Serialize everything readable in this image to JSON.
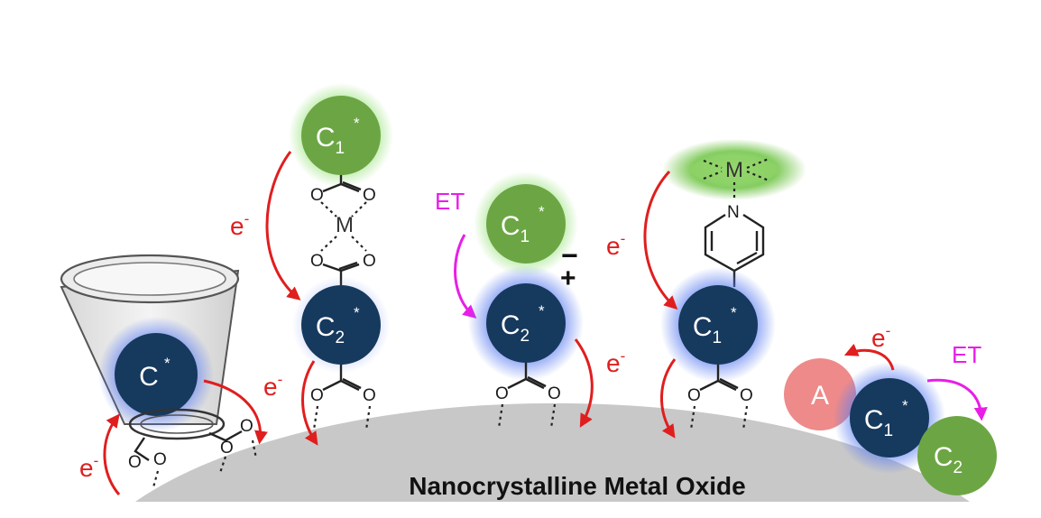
{
  "substrate": {
    "label": "Nanocrystalline Metal Oxide"
  },
  "electron_label": "e",
  "electron_sup": "-",
  "star": "*",
  "colors": {
    "dye_dark_blue": "#16395e",
    "dye_green": "#6ca644",
    "acceptor_pink": "#ee8a8a",
    "electron_arrow_red": "#e01e1e",
    "energy_transfer_magenta": "#e81ee8",
    "substrate_gray": "#c8c8c8"
  },
  "panel1": {
    "dye": "C",
    "dye_star": "*",
    "host_icon": "cyclodextrin-cup-icon"
  },
  "panel2": {
    "top_dye": "C",
    "top_sub": "1",
    "top_star": "*",
    "bottom_dye": "C",
    "bottom_sub": "2",
    "bottom_star": "*",
    "metal": "M",
    "oxygen": "O"
  },
  "panel3": {
    "et_label": "ET",
    "top_dye": "C",
    "top_sub": "1",
    "top_star": "*",
    "bottom_dye": "C",
    "bottom_sub": "2",
    "bottom_star": "*",
    "minus": "−",
    "plus": "+",
    "oxygen": "O"
  },
  "panel4": {
    "metal": "M",
    "nitrogen": "N",
    "dye": "C",
    "dye_sub": "1",
    "dye_star": "*",
    "oxygen": "O"
  },
  "panel5": {
    "acceptor": "A",
    "center_dye": "C",
    "center_sub": "1",
    "center_star": "*",
    "partner_dye": "C",
    "partner_sub": "2",
    "et_label": "ET"
  }
}
